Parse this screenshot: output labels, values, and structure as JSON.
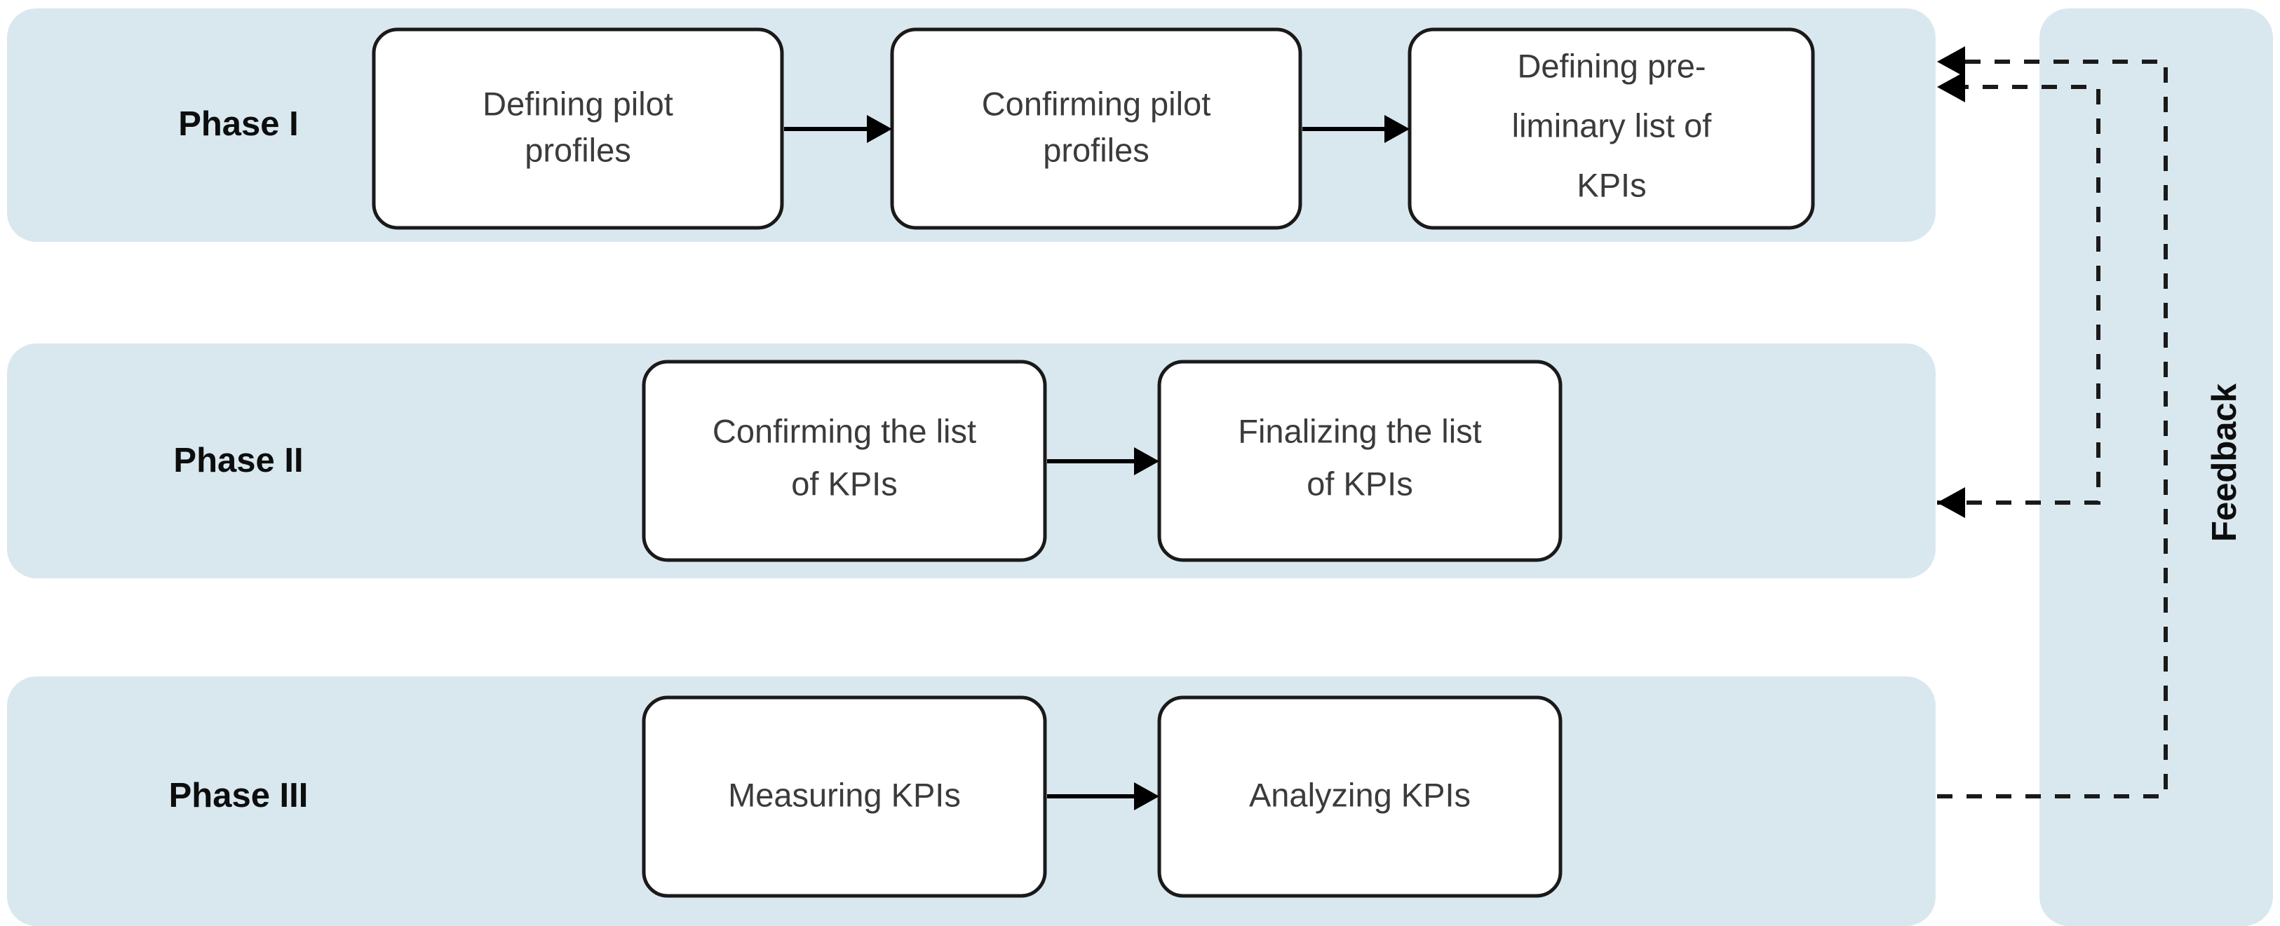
{
  "diagram": {
    "title": "KPI definition and measurement phased process with feedback loops",
    "colors": {
      "band_fill": "#d9e8ef",
      "node_fill": "#ffffff",
      "node_stroke": "#1a1a1a",
      "text": "#3b3b3b",
      "label_text": "#0d0d0d",
      "connector": "#000000"
    },
    "phases": [
      {
        "id": "phase-1",
        "label": "Phase I",
        "nodes": [
          {
            "id": "node-defining-pilot-profiles",
            "lines": [
              "Defining pilot",
              "profiles"
            ]
          },
          {
            "id": "node-confirming-pilot-profiles",
            "lines": [
              "Confirming pilot",
              "profiles"
            ]
          },
          {
            "id": "node-defining-preliminary-list-of-kpis",
            "lines": [
              "Defining pre-",
              "liminary list of",
              "KPIs"
            ]
          }
        ]
      },
      {
        "id": "phase-2",
        "label": "Phase II",
        "nodes": [
          {
            "id": "node-confirming-the-list-of-kpis",
            "lines": [
              "Confirming the list",
              "of KPIs"
            ]
          },
          {
            "id": "node-finalizing-the-list-of-kpis",
            "lines": [
              "Finalizing the list",
              "of KPIs"
            ]
          }
        ]
      },
      {
        "id": "phase-3",
        "label": "Phase III",
        "nodes": [
          {
            "id": "node-measuring-kpis",
            "lines": [
              "Measuring KPIs"
            ]
          },
          {
            "id": "node-analyzing-kpis",
            "lines": [
              "Analyzing KPIs"
            ]
          }
        ]
      }
    ],
    "feedback": {
      "label": "Feedback",
      "description": "Dashed feedback connectors returning from later phases to earlier phases",
      "targets": [
        "Phase I (upper)",
        "Phase I (lower)",
        "Phase II"
      ],
      "source": "Phase III"
    }
  }
}
